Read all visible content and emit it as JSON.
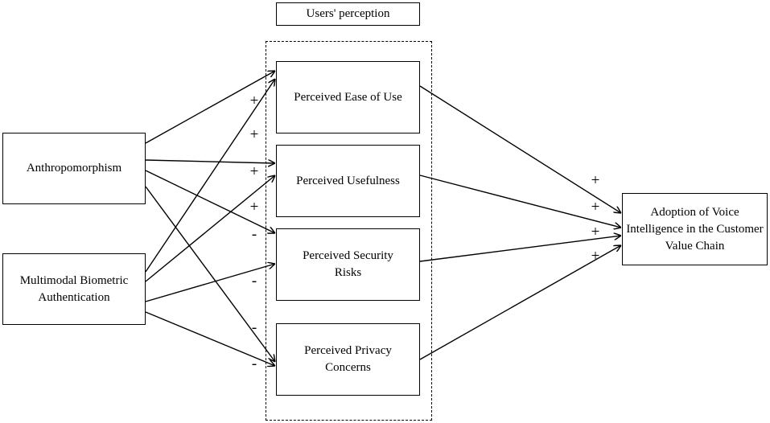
{
  "group": {
    "label": "Users' perception"
  },
  "nodes": {
    "anthropomorphism": "Anthropomorphism",
    "biometric": "Multimodal Biometric Authentication",
    "ease": "Perceived Ease of Use",
    "usefulness": "Perceived Usefulness",
    "security": "Perceived Security Risks",
    "privacy": "Perceived Privacy Concerns",
    "adoption": "Adoption of Voice Intelligence in the Customer Value Chain"
  },
  "edges": [
    {
      "from": "anthropomorphism",
      "to": "ease",
      "sign": "+"
    },
    {
      "from": "anthropomorphism",
      "to": "usefulness",
      "sign": "+"
    },
    {
      "from": "anthropomorphism",
      "to": "security",
      "sign": "-"
    },
    {
      "from": "anthropomorphism",
      "to": "privacy",
      "sign": "-"
    },
    {
      "from": "biometric",
      "to": "ease",
      "sign": "+"
    },
    {
      "from": "biometric",
      "to": "usefulness",
      "sign": "+"
    },
    {
      "from": "biometric",
      "to": "security",
      "sign": "-"
    },
    {
      "from": "biometric",
      "to": "privacy",
      "sign": "-"
    },
    {
      "from": "ease",
      "to": "adoption",
      "sign": "+"
    },
    {
      "from": "usefulness",
      "to": "adoption",
      "sign": "+"
    },
    {
      "from": "security",
      "to": "adoption",
      "sign": "+"
    },
    {
      "from": "privacy",
      "to": "adoption",
      "sign": "+"
    }
  ]
}
